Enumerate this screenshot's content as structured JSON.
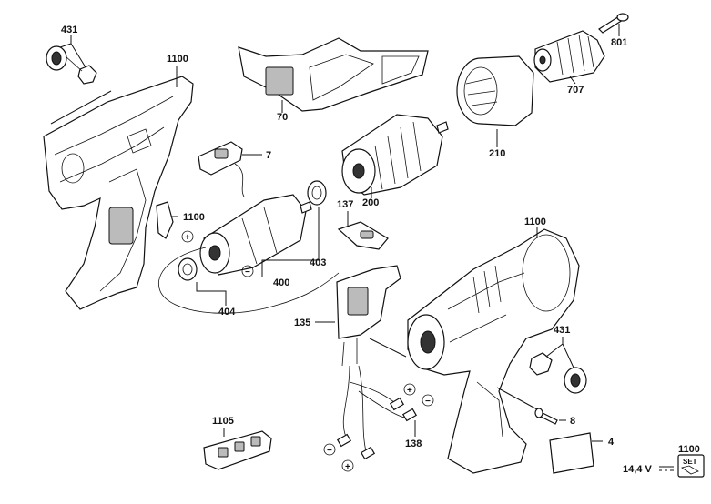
{
  "part_numbers": {
    "p431_top": "431",
    "p1100_top": "1100",
    "p70": "70",
    "p801": "801",
    "p707": "707",
    "p7": "7",
    "p210": "210",
    "p200": "200",
    "p1100_left": "1100",
    "p137": "137",
    "p1100_right": "1100",
    "p400": "400",
    "p403": "403",
    "p404": "404",
    "p135": "135",
    "p431_right": "431",
    "p8": "8",
    "p1105": "1105",
    "p138": "138",
    "p4": "4",
    "p1100_set": "1100"
  },
  "polarity": {
    "plus": "+",
    "minus": "−"
  },
  "voltage_label": "14,4 V",
  "set_badge": "SET",
  "colors": {
    "line": "#111111",
    "background": "#ffffff",
    "shade": "#bbbbbb",
    "dark": "#333333"
  }
}
